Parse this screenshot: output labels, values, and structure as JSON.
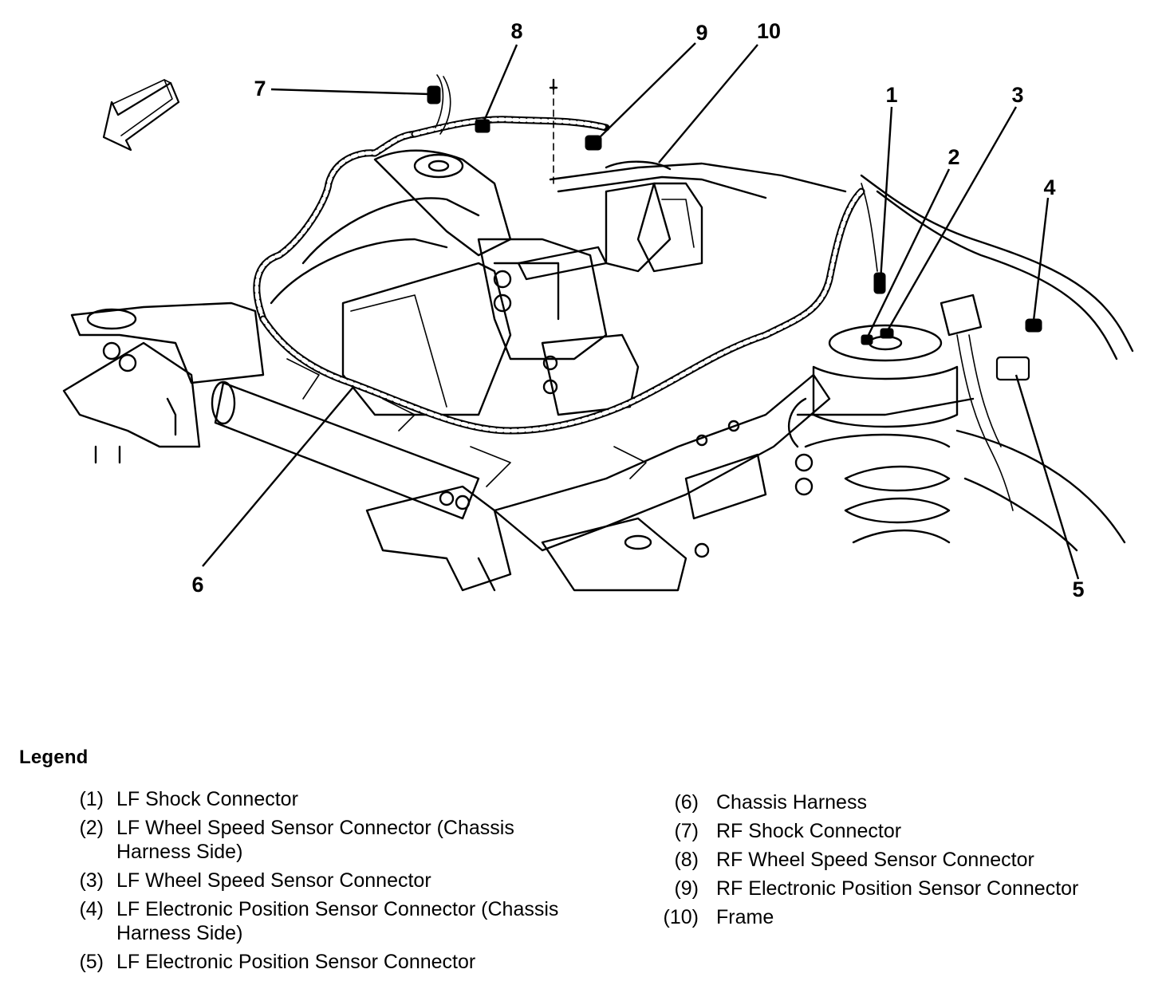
{
  "diagram": {
    "callouts": [
      "1",
      "2",
      "3",
      "4",
      "5",
      "6",
      "7",
      "8",
      "9",
      "10"
    ]
  },
  "legend": {
    "title": "Legend",
    "items": [
      {
        "num": "(1)",
        "label": "LF Shock Connector"
      },
      {
        "num": "(2)",
        "label": "LF Wheel Speed Sensor Connector (Chassis Harness Side)"
      },
      {
        "num": "(3)",
        "label": "LF Wheel Speed Sensor Connector"
      },
      {
        "num": "(4)",
        "label": "LF Electronic Position Sensor Connector (Chassis Harness Side)"
      },
      {
        "num": "(5)",
        "label": "LF Electronic Position Sensor Connector"
      },
      {
        "num": "(6)",
        "label": "Chassis Harness"
      },
      {
        "num": "(7)",
        "label": "RF Shock Connector"
      },
      {
        "num": "(8)",
        "label": "RF Wheel Speed Sensor Connector"
      },
      {
        "num": "(9)",
        "label": "RF Electronic Position Sensor Connector"
      },
      {
        "num": "(10)",
        "label": "Frame"
      }
    ]
  },
  "colors": {
    "ink": "#000000",
    "paper": "#ffffff"
  }
}
